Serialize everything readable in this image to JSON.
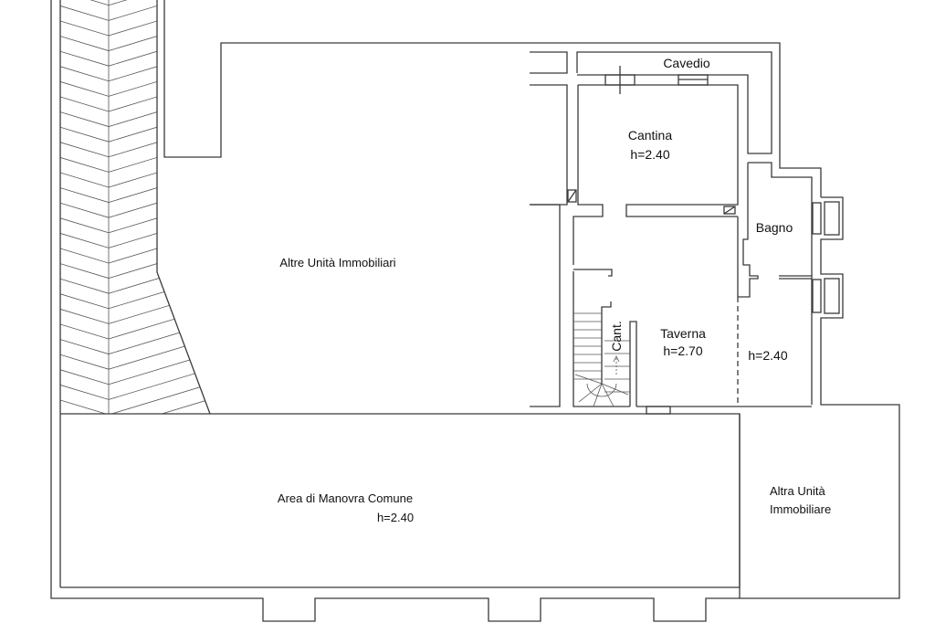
{
  "rooms": {
    "cavedio": "Cavedio",
    "cantina": "Cantina",
    "cantina_h": "h=2.40",
    "bagno": "Bagno",
    "altre_unita": "Altre Unità Immobiliari",
    "taverna": "Taverna",
    "taverna_h": "h=2.70",
    "side_h": "h=2.40",
    "cant_stair": "Cant.",
    "area_manovra": "Area di Manovra Comune",
    "area_manovra_h": "h=2.40",
    "altra_unita_1": "Altra Unità",
    "altra_unita_2": "Immobiliare"
  }
}
